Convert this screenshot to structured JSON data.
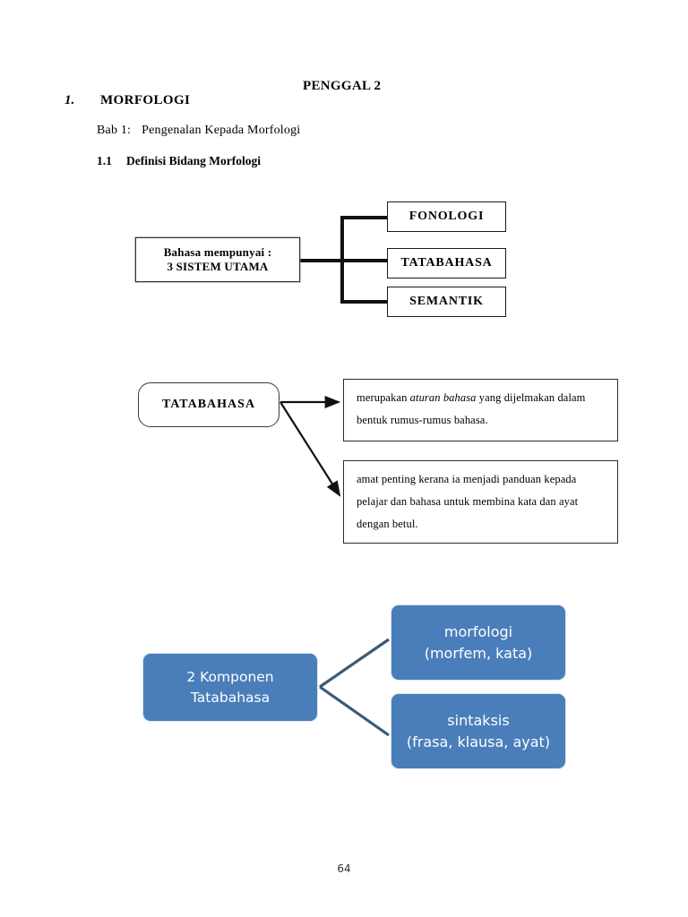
{
  "document": {
    "header_title": "PENGGAL 2",
    "section_number": "1.",
    "section_title": "MORFOLOGI",
    "chapter_label": "Bab 1:",
    "chapter_title": "Pengenalan Kepada Morfologi",
    "subsection_number": "1.1",
    "subsection_title": "Definisi Bidang Morfologi",
    "page_number": "64"
  },
  "diagram_one": {
    "root_line1": "Bahasa mempunyai :",
    "root_line2": "3 SISTEM UTAMA",
    "branches": [
      {
        "label": "FONOLOGI"
      },
      {
        "label": "TATABAHASA"
      },
      {
        "label": "SEMANTIK"
      }
    ]
  },
  "diagram_two": {
    "source_label": "TATABAHASA",
    "descriptions": [
      {
        "text_before": "merupakan ",
        "text_italic": "aturan bahasa",
        "text_after": " yang dijelmakan dalam bentuk rumus-rumus bahasa."
      },
      {
        "text": "amat penting kerana ia menjadi panduan kepada pelajar dan bahasa untuk membina kata dan ayat dengan betul."
      }
    ]
  },
  "diagram_three": {
    "accent_color": "#4a7ebb",
    "connector_color": "#3d5a73",
    "root_line1": "2 Komponen",
    "root_line2": "Tatabahasa",
    "nodes": [
      {
        "line1": "morfologi",
        "line2": "(morfem, kata)"
      },
      {
        "line1": "sintaksis",
        "line2": "(frasa, klausa, ayat)"
      }
    ]
  }
}
